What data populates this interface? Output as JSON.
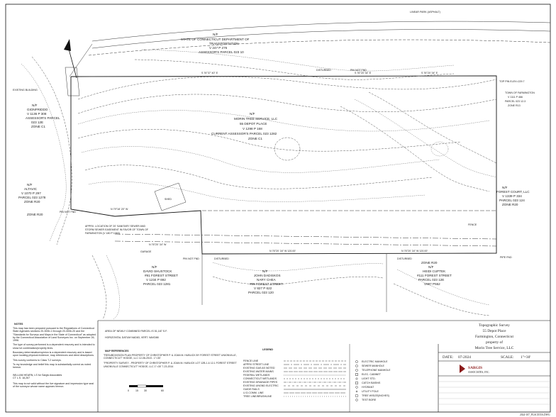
{
  "header": {
    "linear_park": "LINEAR PARK (ASPHALT)"
  },
  "parcels": {
    "state": [
      "N/F",
      "STATE OF CONNECTICUT DEPARTMENT OF",
      "TRANSPORTATION",
      "V 247 P 276",
      "ASSESSOR'S PARCEL 023 10"
    ],
    "gionfriddo": [
      "N/F",
      "GIONFRIDDO",
      "V 1136 P 308",
      "ASSESSOR'S PARCEL",
      "023 12E",
      "ZONE C1"
    ],
    "subject": [
      "N/F",
      "MORIN TREE SERVICE, LLC",
      "55 DEPOT PLACE",
      "V 1298 P 168",
      "CURRENT ASSESSOR'S PARCEL 023 1282",
      "ZONE C1"
    ],
    "town": [
      "TOWN OF FARMINGTON",
      "V 1111 P 466",
      "PARCEL 023 12-3",
      "ZONE R13"
    ],
    "altavic": [
      "N/F",
      "ALTAVIC",
      "V 1070 P 297",
      "PARCEL 023 1278",
      "ZONE R20"
    ],
    "forest_court": [
      "N/F",
      "FOREST COURT, LLC",
      "V 1339 P 334",
      "PARCEL 023 124",
      "ZONE R20"
    ],
    "shustock": [
      "N/F",
      "DAVID SHUSTOCK",
      "#91 FOREST STREET",
      "V 1234 P 692",
      "PARCEL 023 1281"
    ],
    "dadiskos": [
      "N/F",
      "JOHN DADISKOS",
      "NARY CHEA",
      "#95 FOREST STREET",
      "V 827 P 622",
      "PARCEL 023 120"
    ],
    "heidi": [
      "N/F",
      "HEIDI CUPTEK",
      "#111 FOREST STREET",
      "PARCEL 023 12E",
      "V997 P552"
    ]
  },
  "zones": {
    "r20_left": "ZONE R20",
    "r20_right": "ZONE R20"
  },
  "labels": {
    "existing_building": "EXISTING BUILDING",
    "shed": "SHED",
    "garage": "GARAGE",
    "easement": [
      "APPRX. LOCATION OF 20' SANITARY SEWER AND",
      "STORM SEWER EASEMENT IN FAVOR OF TOWN OF",
      "FARMINGTON (V 180 P 1063)"
    ],
    "top_pin": "TOP PIN ELEV=229.7",
    "pipe_fnd": "PIPE FND",
    "pin_not_fnd": "PIN NOT FND",
    "disturbed": "DISTURBED",
    "fence": "FENCE"
  },
  "bearings": {
    "top_left": "S 76°37' 40\" E",
    "top_mid": "S 76°20' 34\" E",
    "top_right": "S 76°20' 34\" E",
    "north_mid": "N 79°18' 20\" W",
    "south_mid": "N 76°20' 34\" W 120.00'",
    "south_right": "N 76°20' 34\" W 120.00'",
    "south_left": "N 76°20' 34\" W"
  },
  "notes": {
    "heading": "NOTES",
    "paragraphs": [
      "This map has been prepared pursuant to the Regulations of Connecticut State Agencies sections 20-300b-1 through 20-300b-20 and the \"Standards for Surveys and Maps in the State of Connecticut\" as adopted by the Connecticut Association of Land Surveyors Inc. on September 26, 1996.",
      "The type of survey performed is a dependent resurvey and is intended to show lot combination/property lines.",
      "Boundary determination/opinion is a dependent resurvey and is based upon locating physical evidence, map references and deed descriptions.",
      "This survey conforms to Class T-2 surveys.",
      "To my knowledge and belief this map is substantially correct as noted hereon."
    ],
    "signature": [
      "WILLIAM HEARN, LS for Sargis Associates",
      "CT L.S. 18,267"
    ],
    "validity": "This map is not valid without the live signature and impression type seal of the surveyor whose name appears hereon."
  },
  "area": {
    "line1": "AREA OF NEWLY COMBINED PARCEL IS 51,187 S.F.",
    "line2": "HORIZONTAL DATUM NAD83, VERT. NAVD88"
  },
  "map_refs": {
    "heading": "MAP REFERENCES",
    "items": [
      "\"RESUBDIVISION PLAN PROPERTY OF CHRISTOPHER P. & JOAN M. HUBLICK BY FOREST STREET UNIONVILLE, CONNECTICUT\" HODGE, LLC 12-08-2015 - 1\"=30'",
      "\"PROPERTY SURVEY - PROPERTY OF CHRISTOPHER P. & JOAN M. HUBLICK LOT 12B-1 & 12-1 FOREST STREET UNIONVILLE CONNECTICUT\" HODGE, LLC 1\"=30' 7-23-2014"
    ]
  },
  "legend": {
    "heading": "LEGEND",
    "lines": [
      "FENCE LINE",
      "APPRX STREET LINE",
      "EXISTING GAS AS NOTED",
      "EXISTING WATER MAINS",
      "FEDERAL WETLANDS",
      "CONNECTICUT WETLANDS",
      "EXISTING DRAINAGE PIPES",
      "EXISTING UNGND ELECTRIC",
      "GUIDE RAILS",
      "U.G.COMM. LINE",
      "TREE LINE/BRUSHLINE"
    ],
    "symbols": [
      "ELECTRIC MANHOLE",
      "SEWER MANHOLE",
      "TELEPHONE MANHOLE",
      "ELEC. CABINET",
      "LIGHT STD.",
      "CATCH BASINS",
      "HYDRANT",
      "UTILITY POLE",
      "TREE W/SIZE(INCHES)",
      "TEST BORE"
    ]
  },
  "title_block": {
    "title": "Topographic Survey",
    "address": "55 Depot Place",
    "town": "Farmington, Connecticut",
    "property_of": "property of",
    "owner": "Morin Tree Service, LLC",
    "date_label": "DATE:",
    "date": "07-2024",
    "scale_label": "SCALE:",
    "scale": "1\"=30'",
    "firm": "SARGIS",
    "firm_sub": "ASSOCIATES, INC.",
    "drawing_no": "2024-107_PLACE55A.DWG"
  },
  "scale_bar": [
    "0",
    "15",
    "30",
    "60"
  ]
}
